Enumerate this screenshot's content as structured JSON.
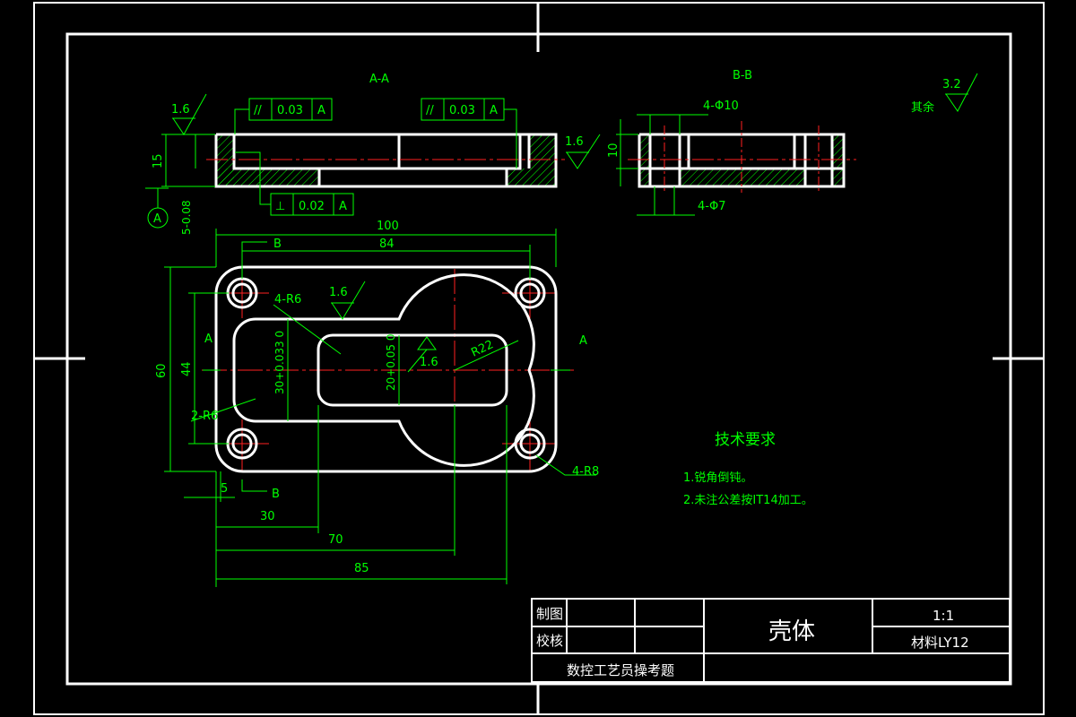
{
  "sections": {
    "aa": "A-A",
    "bb": "B-B"
  },
  "roughness": {
    "general_value": "3.2",
    "general_label": "其余",
    "aa_top": "1.6",
    "aa_right": "1.6",
    "plan_top": "1.6",
    "plan_center": "1.6"
  },
  "tolerance_frames": {
    "parallel_left": {
      "symbol": "//",
      "value": "0.03",
      "datum": "A"
    },
    "parallel_right": {
      "symbol": "//",
      "value": "0.03",
      "datum": "A"
    },
    "perpendicular": {
      "symbol": "⊥",
      "value": "0.02",
      "datum": "A"
    }
  },
  "datum": {
    "label": "A"
  },
  "dims": {
    "aa_height": "15",
    "aa_depth": "5-0.08",
    "bb_top_holes": "4-Φ10",
    "bb_bottom_holes": "4-Φ7",
    "bb_height": "10",
    "overall_width": "100",
    "hole_spacing_x": "84",
    "overall_height": "60",
    "hole_spacing_y": "44",
    "pocket_height": "30+0.033 0",
    "slot_height": "20+0.05 0",
    "corner_r6": "4-R6",
    "pocket_r6": "2-R6",
    "arc_r22": "R22",
    "corner_r8": "4-R8",
    "dim_5": "5",
    "dim_30": "30",
    "dim_70": "70",
    "dim_85": "85"
  },
  "section_marks": {
    "a_left": "A",
    "a_right": "A",
    "b_top": "B",
    "b_bottom": "B"
  },
  "notes": {
    "title": "技术要求",
    "line1": "1.锐角倒钝。",
    "line2": "2.未注公差按IT14加工。"
  },
  "title_block": {
    "drawn_label": "制图",
    "checked_label": "校核",
    "part_name": "壳体",
    "scale": "1:1",
    "material": "材料LY12",
    "exam_title": "数控工艺员操考题"
  }
}
